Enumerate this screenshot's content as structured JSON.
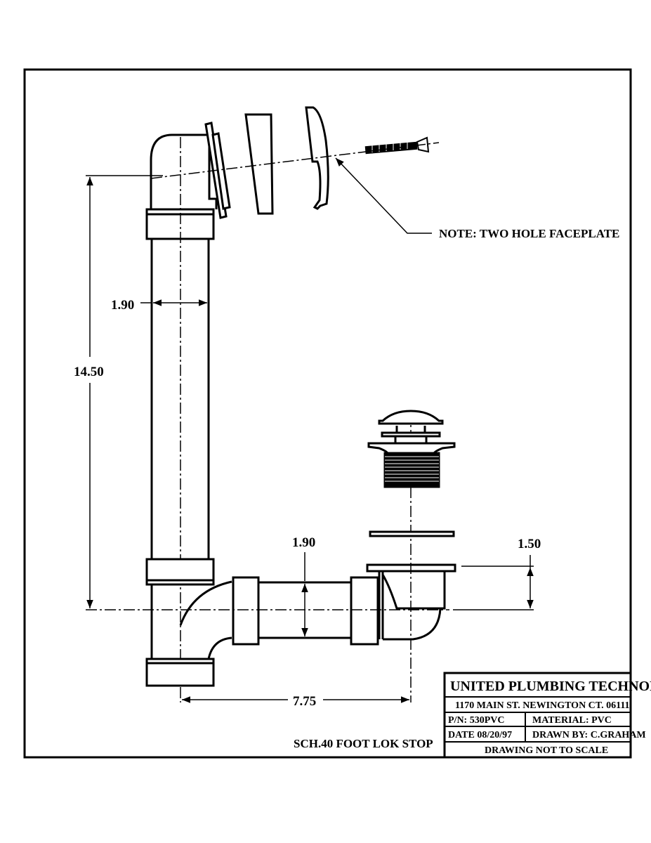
{
  "drawing": {
    "title": "SCH.40 FOOT LOK STOP",
    "note": "NOTE: TWO HOLE FACEPLATE",
    "dimensions": {
      "overflow_height": "14.50",
      "overflow_pipe_diameter": "1.90",
      "drain_pipe_diameter": "1.90",
      "drain_shoe_height": "1.50",
      "horizontal_length": "7.75"
    },
    "components": [
      "overflow-elbow",
      "overflow-gasket",
      "overflow-faceplate",
      "faceplate-screw",
      "overflow-pipe",
      "tee-fitting",
      "drain-pipe",
      "drain-shoe",
      "drain-gasket",
      "drain-stopper"
    ]
  },
  "title_block": {
    "company": "UNITED PLUMBING TECHNOLOGIES",
    "address": "1170 MAIN ST. NEWINGTON CT. 06111",
    "part_number": "P/N: 530PVC",
    "material": "MATERIAL: PVC",
    "date": "DATE 08/20/97",
    "drawn_by": "DRAWN BY: C.GRAHAM",
    "scale_note": "DRAWING NOT TO SCALE"
  },
  "colors": {
    "ink": "#000000",
    "paper": "#ffffff"
  }
}
